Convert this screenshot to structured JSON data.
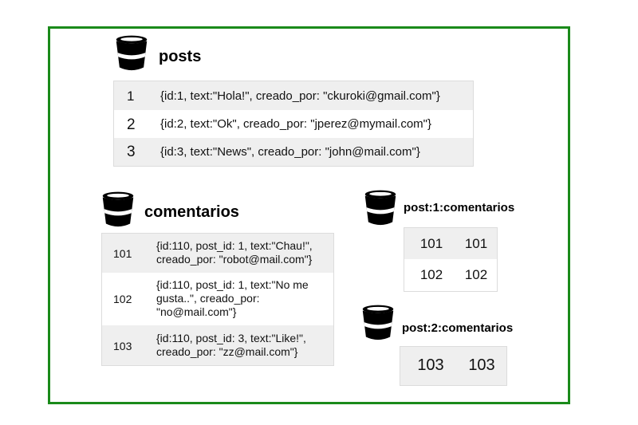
{
  "posts": {
    "title": "posts",
    "rows": [
      {
        "key": "1",
        "value": "{id:1, text:\"Hola!\", creado_por: \"ckuroki@gmail.com\"}"
      },
      {
        "key": "2",
        "value": "{id:2, text:\"Ok\", creado_por: \"jperez@mymail.com\"}"
      },
      {
        "key": "3",
        "value": "{id:3, text:\"News\", creado_por: \"john@mail.com\"}"
      }
    ]
  },
  "comentarios": {
    "title": "comentarios",
    "rows": [
      {
        "key": "101",
        "value": "{id:110, post_id: 1, text:\"Chau!\", creado_por: \"robot@mail.com\"}"
      },
      {
        "key": "102",
        "value": "{id:110, post_id: 1, text:\"No me gusta..\", creado_por: \"no@mail.com\"}"
      },
      {
        "key": "103",
        "value": "{id:110, post_id: 3, text:\"Like!\", creado_por: \"zz@mail.com\"}"
      }
    ]
  },
  "post1_comentarios": {
    "title": "post:1:comentarios",
    "rows": [
      {
        "a": "101",
        "b": "101"
      },
      {
        "a": "102",
        "b": "102"
      }
    ]
  },
  "post2_comentarios": {
    "title": "post:2:comentarios",
    "rows": [
      {
        "a": "103",
        "b": "103"
      }
    ]
  },
  "colors": {
    "frame": "#1a8a1a",
    "row_gray": "#efefef",
    "bucket": "#000000"
  },
  "icons": [
    "bucket-icon"
  ]
}
